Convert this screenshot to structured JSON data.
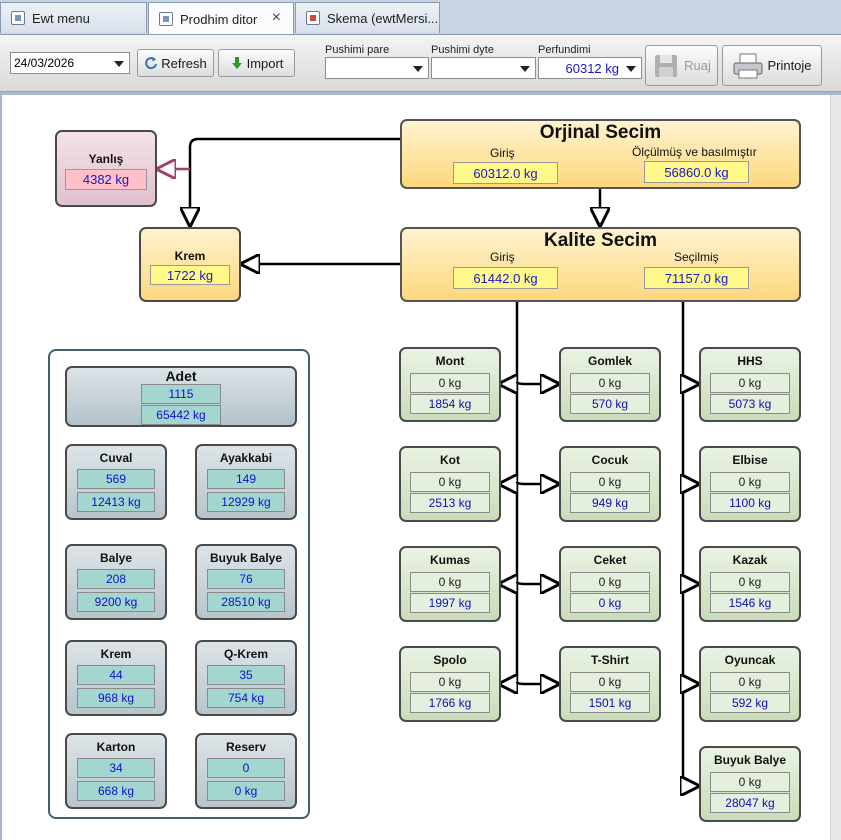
{
  "tabs": [
    {
      "label": "Ewt menu",
      "active": false
    },
    {
      "label": "Prodhim ditor",
      "active": true,
      "close": "×"
    },
    {
      "label": "Skema (ewtMersi...",
      "active": false
    }
  ],
  "toolbar": {
    "date_value": "24/03/2026",
    "refresh_label": "Refresh",
    "import_label": "Import",
    "pushimi_pare_label": "Pushimi pare",
    "pushimi_dyte_label": "Pushimi dyte",
    "perfundimi_label": "Perfundimi",
    "perfundimi_value": "60312 kg",
    "save_label": "Ruaj",
    "print_label": "Printoje"
  },
  "orjinal": {
    "title": "Orjinal Secim",
    "giris_label": "Giriş",
    "giris_value": "60312.0 kg",
    "olculmus_label": "Ölçülmüş ve basılmıştır",
    "olculmus_value": "56860.0 kg"
  },
  "kalite": {
    "title": "Kalite Secim",
    "giris_label": "Giriş",
    "giris_value": "61442.0 kg",
    "secilmis_label": "Seçilmiş",
    "secilmis_value": "71157.0 kg"
  },
  "yanlis": {
    "title": "Yanlış",
    "value": "4382 kg"
  },
  "krem_main": {
    "title": "Krem",
    "value": "1722 kg"
  },
  "adet": {
    "title": "Adet",
    "count": "1115",
    "weight": "65442 kg"
  },
  "stats": [
    {
      "title": "Cuval",
      "count": "569",
      "weight": "12413 kg"
    },
    {
      "title": "Ayakkabi",
      "count": "149",
      "weight": "12929 kg"
    },
    {
      "title": "Balye",
      "count": "208",
      "weight": "9200 kg"
    },
    {
      "title": "Buyuk Balye",
      "count": "76",
      "weight": "28510 kg"
    },
    {
      "title": "Krem",
      "count": "44",
      "weight": "968 kg"
    },
    {
      "title": "Q-Krem",
      "count": "35",
      "weight": "754 kg"
    },
    {
      "title": "Karton",
      "count": "34",
      "weight": "668 kg"
    },
    {
      "title": "Reserv",
      "count": "0",
      "weight": "0 kg"
    }
  ],
  "categories": [
    {
      "title": "Mont",
      "v1": "0 kg",
      "v2": "1854 kg"
    },
    {
      "title": "Gomlek",
      "v1": "0 kg",
      "v2": "570 kg"
    },
    {
      "title": "HHS",
      "v1": "0 kg",
      "v2": "5073 kg"
    },
    {
      "title": "Kot",
      "v1": "0 kg",
      "v2": "2513 kg"
    },
    {
      "title": "Cocuk",
      "v1": "0 kg",
      "v2": "949 kg"
    },
    {
      "title": "Elbise",
      "v1": "0 kg",
      "v2": "1100 kg"
    },
    {
      "title": "Kumas",
      "v1": "0 kg",
      "v2": "1997 kg"
    },
    {
      "title": "Ceket",
      "v1": "0 kg",
      "v2": "0 kg"
    },
    {
      "title": "Kazak",
      "v1": "0 kg",
      "v2": "1546 kg"
    },
    {
      "title": "Spolo",
      "v1": "0 kg",
      "v2": "1766 kg"
    },
    {
      "title": "T-Shirt",
      "v1": "0 kg",
      "v2": "1501 kg"
    },
    {
      "title": "Oyuncak",
      "v1": "0 kg",
      "v2": "592 kg"
    },
    {
      "title": "Buyuk Balye",
      "v1": "0 kg",
      "v2": "28047 kg"
    }
  ]
}
